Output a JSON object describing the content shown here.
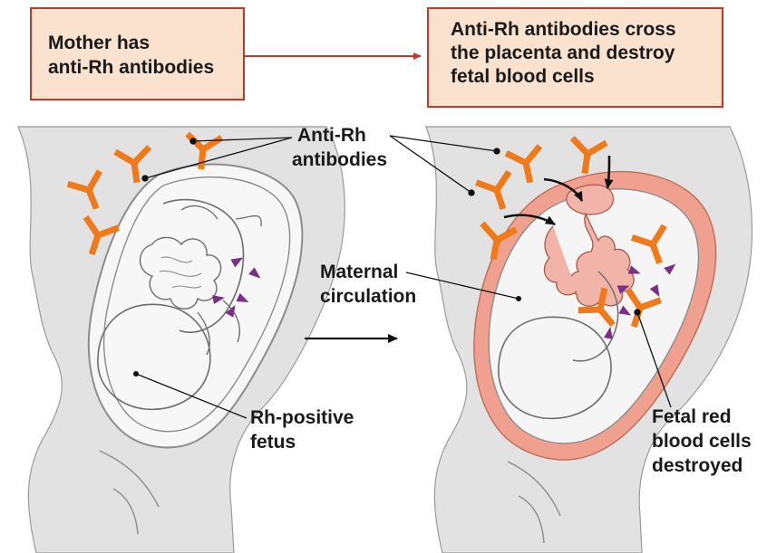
{
  "boxes": {
    "left": [
      "Mother has",
      "anti-Rh antibodies"
    ],
    "right": [
      "Anti-Rh antibodies cross",
      "the placenta and destroy",
      "fetal blood cells"
    ]
  },
  "labels": {
    "antibodies": [
      "Anti-Rh",
      "antibodies"
    ],
    "maternal": [
      "Maternal",
      "circulation"
    ],
    "fetus": [
      "Rh-positive",
      "fetus"
    ],
    "destroyed": [
      "Fetal red",
      "blood cells",
      "destroyed"
    ]
  },
  "colors": {
    "box_fill": "#fbe2cf",
    "box_border": "#c0392b",
    "antibody": "#f07a1a",
    "maternal_circulation": "#efa08f",
    "fetal_cell": "#7a2e86",
    "body": "#e2e2e2",
    "fetus_pink": "#f2b4a8"
  }
}
